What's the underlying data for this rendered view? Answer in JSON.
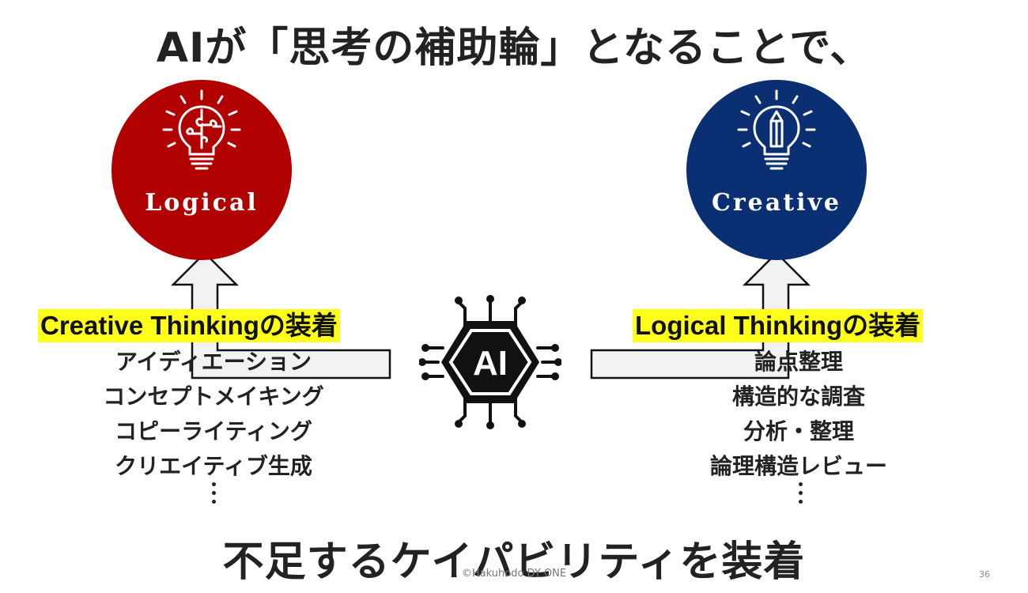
{
  "title": "AIが「思考の補助輪」となることで、",
  "left": {
    "circle_label": "Logical",
    "circle_color": "#b00000",
    "icon": "puzzle-lightbulb-icon",
    "heading": "Creative Thinkingの装着",
    "items": [
      "アイディエーション",
      "コンセプトメイキング",
      "コピーライティング",
      "クリエイティブ生成"
    ]
  },
  "right": {
    "circle_label": "Creative",
    "circle_color": "#0a2f73",
    "icon": "pencil-lightbulb-icon",
    "heading": "Logical Thinkingの装着",
    "items": [
      "論点整理",
      "構造的な調査",
      "分析・整理",
      "論理構造レビュー"
    ]
  },
  "center": {
    "label": "AI",
    "icon": "ai-chip-icon"
  },
  "bottom_title": "不足するケイパビリティを装着",
  "footer": "©Hakuhodo DY ONE",
  "page_number": "36",
  "colors": {
    "highlight": "#ffff1a",
    "arrow_fill": "#f2f2f2",
    "arrow_stroke": "#111111",
    "text": "#222222"
  }
}
